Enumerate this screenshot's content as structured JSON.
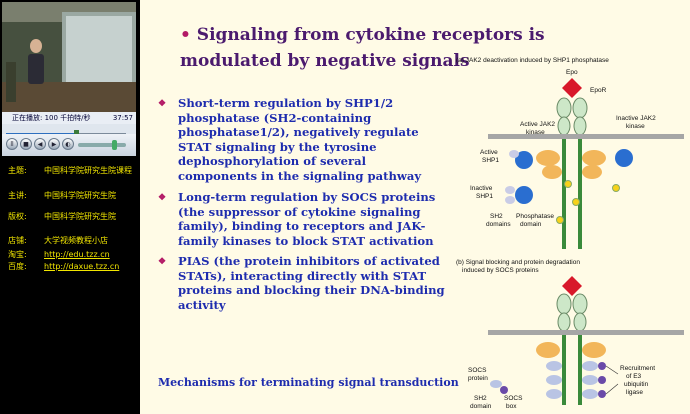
{
  "player": {
    "status_left": "正在播放: 100 千拍特/秒",
    "time": "37:57"
  },
  "info": [
    {
      "key": "主题:",
      "value": "中国科学院研究生院课程",
      "link": false
    },
    {
      "key": "主讲:",
      "value": "中国科学院研究生院",
      "link": false
    },
    {
      "key": "版权:",
      "value": "中国科学院研究生院",
      "link": false
    },
    {
      "key": "店铺:",
      "value": "大学视频教程小店",
      "link": false
    },
    {
      "key": "淘宝:",
      "value": "http://edu.tzz.cn",
      "link": true
    },
    {
      "key": "百度:",
      "value": "http://daxue.tzz.cn",
      "link": true
    }
  ],
  "slide": {
    "title": "Signaling from cytokine receptors is modulated by negative signals",
    "bullets": [
      "Short-term regulation by SHP1/2 phosphatase (SH2-containing phosphatase1/2), negatively regulate STAT signaling by the tyrosine dephosphorylation of several components in the signaling pathway",
      "Long-term regulation by SOCS proteins (the suppressor of cytokine signaling family), binding to receptors and JAK-family kinases to block STAT activation",
      "PIAS (the protein inhibitors of activated STATs), interacting directly with STAT proteins and blocking their DNA-binding activity"
    ],
    "footer": "Mechanisms for terminating signal transduction",
    "diagram": {
      "panel_a_title": "(a) JAK2 deactivation induced by SHP1 phosphatase",
      "epo": "Epo",
      "epor": "EpoR",
      "active_jak2_1": "Active JAK2",
      "active_jak2_2": "kinase",
      "inactive_jak2_1": "Inactive JAK2",
      "inactive_jak2_2": "kinase",
      "active_shp1_1": "Active",
      "active_shp1_2": "SHP1",
      "inactive_shp1_1": "Inactive",
      "inactive_shp1_2": "SHP1",
      "sh2_domains_1": "SH2",
      "sh2_domains_2": "domains",
      "phosphatase_1": "Phosphatase",
      "phosphatase_2": "domain",
      "panel_b_title_1": "(b) Signal blocking and protein degradation",
      "panel_b_title_2": "induced by SOCS proteins",
      "socs_protein_1": "SOCS",
      "socs_protein_2": "protein",
      "sh2_domain_b_1": "SH2",
      "sh2_domain_b_2": "domain",
      "socs_box_1": "SOCS",
      "socs_box_2": "box",
      "recruit_1": "Recruitment",
      "recruit_2": "of E3",
      "recruit_3": "ubiquitin",
      "recruit_4": "ligase"
    }
  }
}
